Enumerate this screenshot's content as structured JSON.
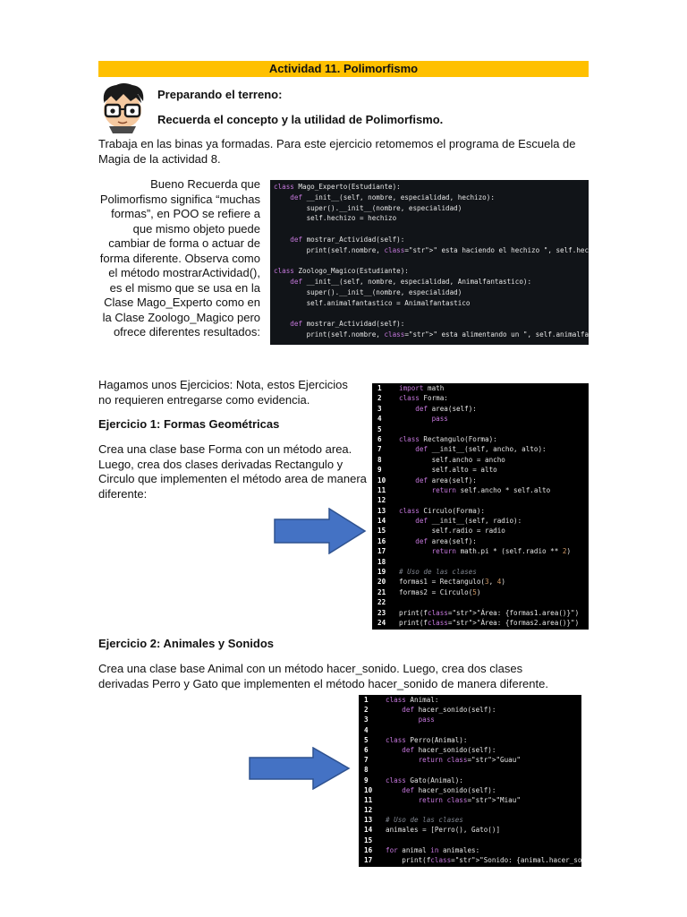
{
  "title": "Actividad 11. Polimorfismo",
  "intro": {
    "heading1": "Preparando el terreno:",
    "heading2": "Recuerda el concepto y la utilidad de Polimorfismo.",
    "paragraph": "Trabaja en las binas ya formadas. Para este ejercicio retomemos el programa de Escuela de Magia de la actividad 8."
  },
  "explanation": "Bueno Recuerda que Polimorfismo significa “muchas formas”, en POO se refiere a que mismo objeto puede cambiar de forma o actuar de forma diferente. Observa como el método mostrarActividad(), es el mismo que se usa en la Clase Mago_Experto como en la Clase Zoologo_Magico pero ofrece diferentes resultados:",
  "code1": [
    "class Mago_Experto(Estudiante):",
    "    def __init__(self, nombre, especialidad, hechizo):",
    "        super().__init__(nombre, especialidad)",
    "        self.hechizo = hechizo",
    "",
    "    def mostrar_Actividad(self):",
    "        print(self.nombre, \" esta haciendo el hechizo \", self.hechizo)",
    "",
    "class Zoologo_Magico(Estudiante):",
    "    def __init__(self, nombre, especialidad, Animalfantastico):",
    "        super().__init__(nombre, especialidad)",
    "        self.animalfantastico = Animalfantastico",
    "",
    "    def mostrar_Actividad(self):",
    "        print(self.nombre, \" esta alimentando un \", self.animalfantastico)"
  ],
  "exercises_intro": "Hagamos unos Ejercicios: Nota, estos Ejercicios no requieren entregarse como evidencia.",
  "exercise1": {
    "heading": "Ejercicio 1: Formas Geométricas",
    "text": "Crea una clase base Forma con un método area. Luego, crea dos clases derivadas Rectangulo y Circulo que implementen el método area de manera diferente:"
  },
  "code2": [
    {
      "n": "1",
      "t": "import math"
    },
    {
      "n": "2",
      "t": "class Forma:"
    },
    {
      "n": "3",
      "t": "    def area(self):"
    },
    {
      "n": "4",
      "t": "        pass"
    },
    {
      "n": "5",
      "t": ""
    },
    {
      "n": "6",
      "t": "class Rectangulo(Forma):"
    },
    {
      "n": "7",
      "t": "    def __init__(self, ancho, alto):"
    },
    {
      "n": "8",
      "t": "        self.ancho = ancho"
    },
    {
      "n": "9",
      "t": "        self.alto = alto"
    },
    {
      "n": "10",
      "t": "    def area(self):"
    },
    {
      "n": "11",
      "t": "        return self.ancho * self.alto"
    },
    {
      "n": "12",
      "t": ""
    },
    {
      "n": "13",
      "t": "class Circulo(Forma):"
    },
    {
      "n": "14",
      "t": "    def __init__(self, radio):"
    },
    {
      "n": "15",
      "t": "        self.radio = radio"
    },
    {
      "n": "16",
      "t": "    def area(self):"
    },
    {
      "n": "17",
      "t": "        return math.pi * (self.radio ** 2)"
    },
    {
      "n": "18",
      "t": ""
    },
    {
      "n": "19",
      "t": "# Uso de las clases"
    },
    {
      "n": "20",
      "t": "formas1 = Rectangulo(3, 4)"
    },
    {
      "n": "21",
      "t": "formas2 = Circulo(5)"
    },
    {
      "n": "22",
      "t": ""
    },
    {
      "n": "23",
      "t": "print(f\"Área: {formas1.area()}\")"
    },
    {
      "n": "24",
      "t": "print(f\"Área: {formas2.area()}\")"
    }
  ],
  "exercise2": {
    "heading": "Ejercicio 2: Animales y Sonidos",
    "text": "Crea una clase base Animal con un método hacer_sonido. Luego, crea dos clases derivadas Perro y Gato que implementen el método hacer_sonido de manera diferente."
  },
  "code3": [
    {
      "n": "1",
      "t": "class Animal:"
    },
    {
      "n": "2",
      "t": "    def hacer_sonido(self):"
    },
    {
      "n": "3",
      "t": "        pass"
    },
    {
      "n": "4",
      "t": ""
    },
    {
      "n": "5",
      "t": "class Perro(Animal):"
    },
    {
      "n": "6",
      "t": "    def hacer_sonido(self):"
    },
    {
      "n": "7",
      "t": "        return \"Guau\""
    },
    {
      "n": "8",
      "t": ""
    },
    {
      "n": "9",
      "t": "class Gato(Animal):"
    },
    {
      "n": "10",
      "t": "    def hacer_sonido(self):"
    },
    {
      "n": "11",
      "t": "        return \"Miau\""
    },
    {
      "n": "12",
      "t": ""
    },
    {
      "n": "13",
      "t": "# Uso de las clases"
    },
    {
      "n": "14",
      "t": "animales = [Perro(), Gato()]"
    },
    {
      "n": "15",
      "t": ""
    },
    {
      "n": "16",
      "t": "for animal in animales:"
    },
    {
      "n": "17",
      "t": "    print(f\"Sonido: {animal.hacer_sonido()}\")"
    }
  ],
  "colors": {
    "title_bar": "#ffc000",
    "arrow": "#4472c4",
    "code_bg": "#000000"
  }
}
